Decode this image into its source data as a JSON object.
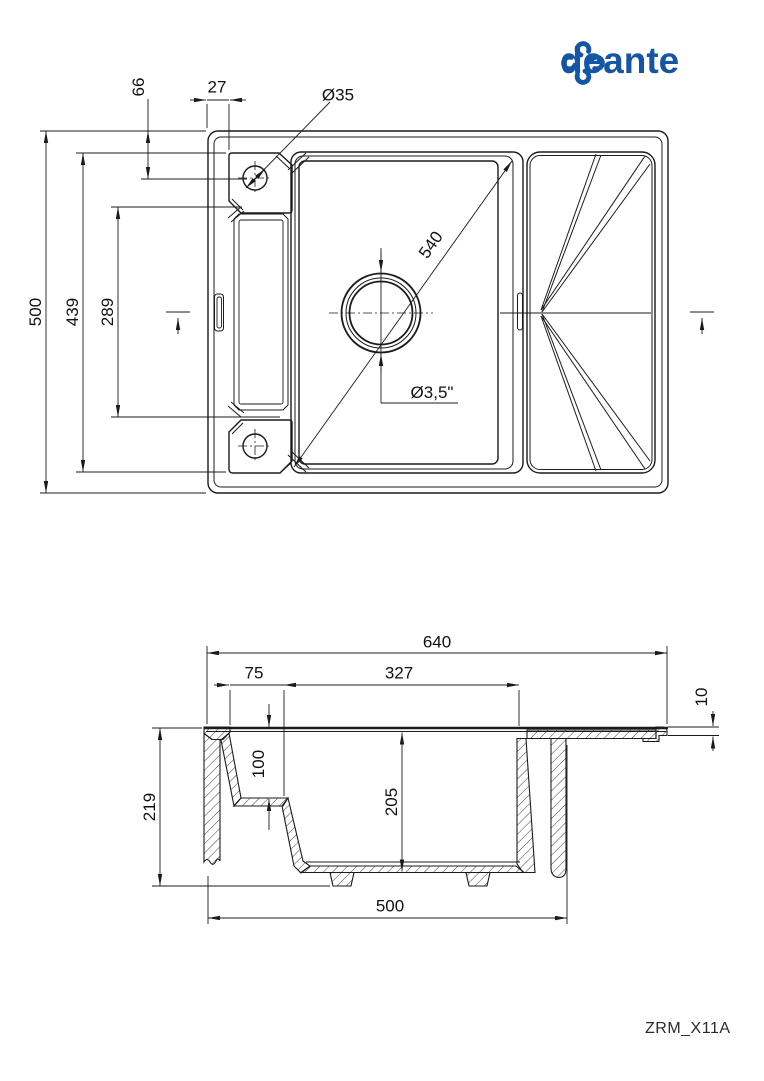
{
  "brand": {
    "logo_text": "deante",
    "brand_color": "#1456a4"
  },
  "drawing": {
    "model_code": "ZRM_X11A"
  },
  "top_view": {
    "dims": {
      "overall_height": "500",
      "panel_height": "439",
      "recess_height": "289",
      "tap_hole_offset": "66",
      "rim_width": "27",
      "tap_hole_diameter": "Ø35",
      "bowl_diagonal": "540",
      "drain_diameter": "Ø3,5\""
    }
  },
  "section_view": {
    "dims": {
      "overall_width": "640",
      "ledge_width": "75",
      "bowl_opening_width": "327",
      "rim_height": "10",
      "overall_depth": "219",
      "ledge_depth": "100",
      "bowl_depth": "205",
      "base_width": "500"
    }
  }
}
